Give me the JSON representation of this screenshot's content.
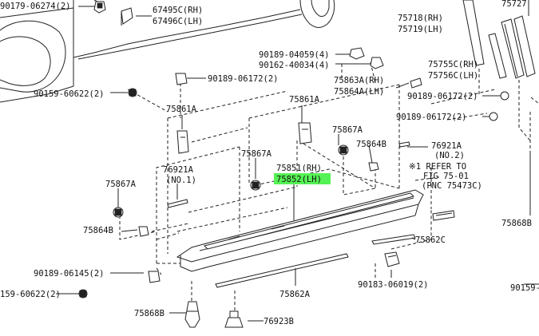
{
  "diagram": {
    "labels": {
      "l_90179_06274": "90179-06274(2)",
      "l_67495c": "67495C(RH)",
      "l_67496c": "67496C(LH)",
      "l_75718": "75718(RH)",
      "l_75719": "75719(LH)",
      "l_75727": "75727",
      "l_90189_04059": "90189-04059(4)",
      "l_90162_40034": "90162-40034(4)",
      "l_75755c": "75755C(RH)",
      "l_75756c": "75756C(LH)",
      "l_90159_60622_top": "90159-60622(2)",
      "l_90189_06172_a": "90189-06172(2)",
      "l_75863a": "75863A(RH)",
      "l_75864a": "75864A(LH)",
      "l_90189_06172_b": "90189-06172(2)",
      "l_90189_06172_c": "90189-06172(2)",
      "l_75861a_left": "75861A",
      "l_75861a_right": "75861A",
      "l_75867a_mid": "75867A",
      "l_75864b_mid": "75864B",
      "l_76921a_right": "76921A",
      "l_no2": "(NO.2)",
      "l_75867a_center": "75867A",
      "l_75851": "75851(RH)",
      "l_75852": "75852(LH)",
      "l_refer1": "※1 REFER TO",
      "l_refer2": "FIG 75-01",
      "l_refer3": "(PNC 75473C)",
      "l_76921a_left": "76921A",
      "l_no1": "(NO.1)",
      "l_75867a_left": "75867A",
      "l_75868b_right": "75868B",
      "l_75864b_left": "75864B",
      "l_75862c": "75862C",
      "l_90189_06145": "90189-06145(2)",
      "l_90183_06019": "90183-06019(2)",
      "l_90159_right": "90159-",
      "l_159_60622": "159-60622(2)",
      "l_75862a": "75862A",
      "l_75868b_bottom": "75868B",
      "l_76923b": "76923B"
    }
  }
}
